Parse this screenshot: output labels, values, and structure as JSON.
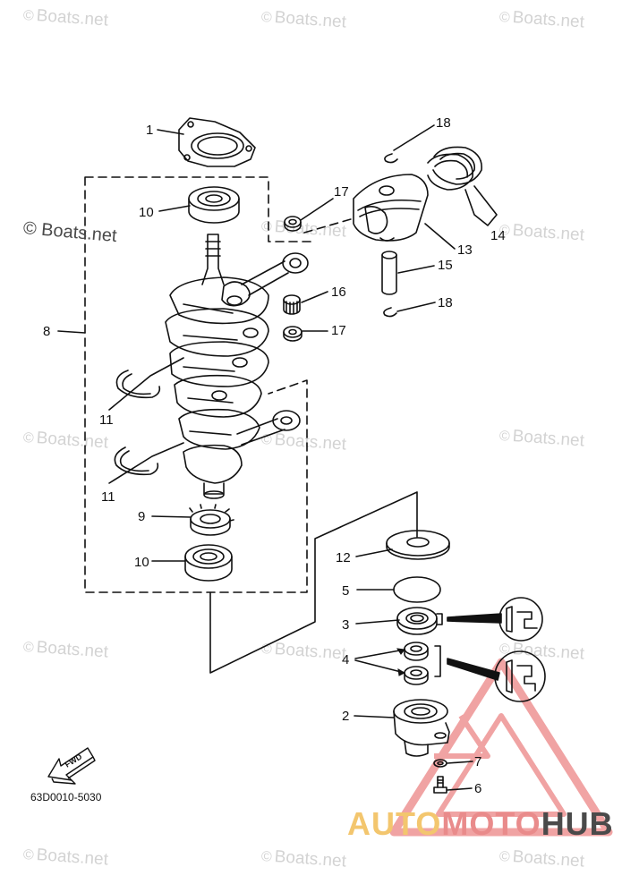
{
  "watermark": "Boats.net",
  "watermark_symbol": "©",
  "part_code": "63D0010-5030",
  "fwd_label": "FWD",
  "callouts": {
    "n1": "1",
    "n2": "2",
    "n3": "3",
    "n4": "4",
    "n5": "5",
    "n6": "6",
    "n7": "7",
    "n8": "8",
    "n9": "9",
    "n10a": "10",
    "n10b": "10",
    "n11a": "11",
    "n11b": "11",
    "n12": "12",
    "n13": "13",
    "n14": "14",
    "n15": "15",
    "n16": "16",
    "n17a": "17",
    "n17b": "17",
    "n18a": "18",
    "n18b": "18"
  },
  "brand": {
    "part1": "AUTO",
    "part2": "MOTO",
    "part3": "HUB"
  },
  "colors": {
    "brand_yellow": "#f3c66e",
    "brand_red": "#e98b8b",
    "brand_dark": "#4a4a4a",
    "watermark": "#d3d3d3"
  }
}
